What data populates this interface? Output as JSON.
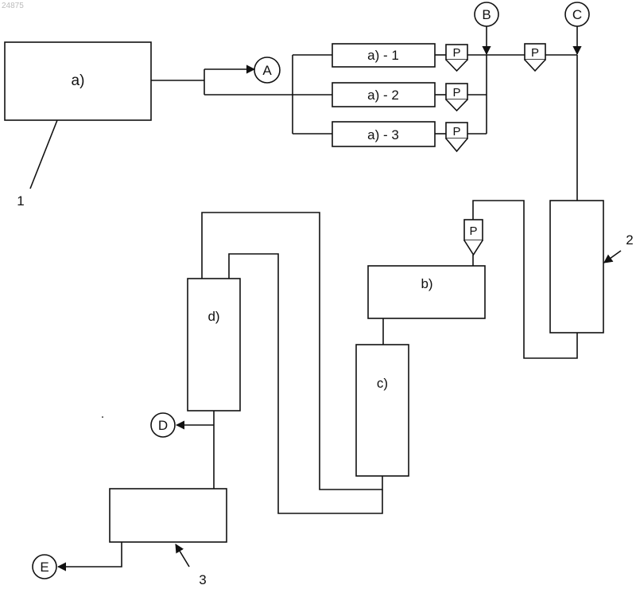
{
  "watermark": "24875",
  "units": {
    "main": "a)",
    "sub1": "a) - 1",
    "sub2": "a) - 2",
    "sub3": "a) - 3",
    "b": "b)",
    "c": "c)",
    "d": "d)"
  },
  "streams": {
    "A": "A",
    "B": "B",
    "C": "C",
    "D": "D",
    "E": "E"
  },
  "pumps": {
    "label": "P"
  },
  "callouts": {
    "one": "1",
    "two": "2",
    "three": "3"
  }
}
